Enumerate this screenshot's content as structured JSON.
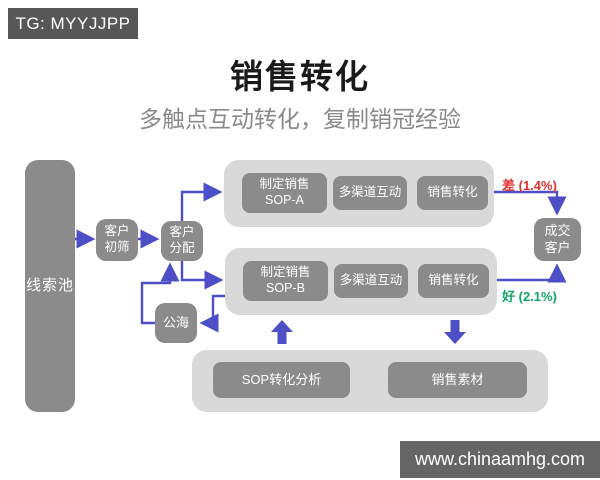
{
  "colors": {
    "arrow": "#4e4ec7",
    "box": "#8b8b8b",
    "container": "#d9d9d9",
    "badge_bg": "#575757",
    "watermark_bg": "#656565",
    "bad": "#e03131",
    "good": "#12a565",
    "title": "#1a1a1a",
    "subtitle": "#8a8a8a"
  },
  "badge": "TG: MYYJJPP",
  "header": {
    "title": "销售转化",
    "subtitle": "多触点互动转化，复制销冠经验"
  },
  "nodes": {
    "lead_pool": "线索池",
    "initial_screening": "客户\n初筛",
    "assignment": "客户\n分配",
    "public_pool": "公海",
    "sop_a": "制定销售\nSOP-A",
    "sop_b": "制定销售\nSOP-B",
    "multi_channel_a": "多渠道互动",
    "multi_channel_b": "多渠道互动",
    "conversion_a": "销售转化",
    "conversion_b": "销售转化",
    "closed_customers": "成交\n客户",
    "sop_analysis": "SOP转化分析",
    "sales_materials": "销售素材"
  },
  "labels": {
    "bad_rate": "差 (1.4%)",
    "good_rate": "好 (2.1%)"
  },
  "watermark": "www.chinaamhg.com"
}
